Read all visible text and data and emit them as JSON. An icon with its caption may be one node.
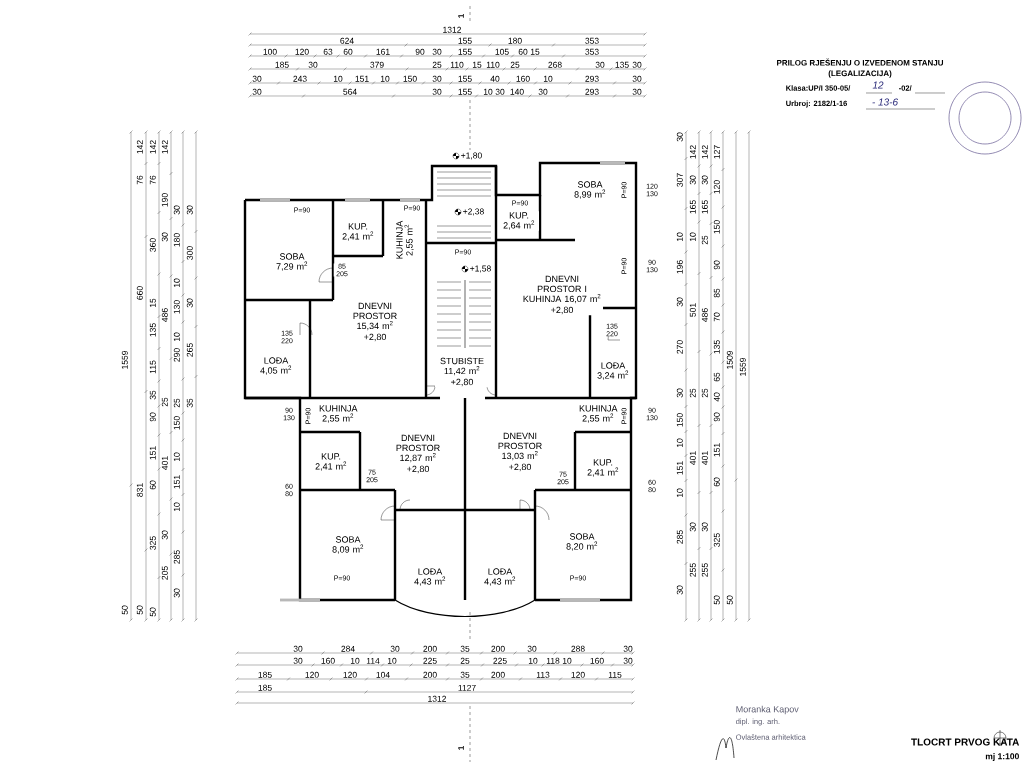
{
  "diagram": {
    "title": "TLOCRT PRVOG KATA",
    "nodes": [
      {
        "text": [
          "SOBA 7,29 m$^{2}$"
        ]
      },
      {
        "text": [
          "KUP. 2,41 m$^{2}$"
        ]
      },
      {
        "text": [
          "KUHINJA 2,55 m$^{2}$"
        ]
      },
      {
        "text": [
          "DNEVNI PROSTOR 15,34 m$^{2}$",
          "+2,80"
        ]
      },
      {
        "text": [
          "LOĐA 4,05 m$^{2}$"
        ]
      },
      {
        "text": [
          "KUP. 2,64 m$^{2}$"
        ]
      },
      {
        "text": [
          "SOBA 8,99 m$^{2}$"
        ]
      },
      {
        "text": [
          "DNEVNI PROSTOR I KUHINJA 16,07 m$^{2}$",
          "+2,80"
        ]
      },
      {
        "text": [
          "LOĐA 3,24 m$^{2}$"
        ]
      },
      {
        "text": [
          "STUBISTE 11,42 m$^{2}$",
          "+2,80"
        ]
      },
      {
        "text": [
          "KUHINJA 2,55 m$^{2}$"
        ]
      },
      {
        "text": [
          "DNEVNI PROSTOR 12,87 m$^{2}$",
          "+2,80"
        ]
      },
      {
        "text": [
          "KUP. 2,41 m$^{2}$"
        ]
      },
      {
        "text": [
          "SOBA 8,09 m$^{2}$"
        ]
      },
      {
        "text": [
          "LOĐA 4,43 m$^{2}$"
        ]
      },
      {
        "text": [
          "LOĐA 4,43 m$^{2}$"
        ]
      },
      {
        "text": [
          "DNEVNI PROSTOR 13,03 m$^{2}$",
          "+2,80"
        ]
      },
      {
        "text": [
          "KUHINJA 2,55 m$^{2}$"
        ]
      },
      {
        "text": [
          "KUP. 2,41 m$^{2}$"
        ]
      },
      {
        "text": [
          "SOBA 8,20 m$^{2}$"
        ]
      }
    ],
    "labels": [
      "PRILOG RJEŠENJU O IZVEDENOM STANJU",
      "(LEGALIZACIJA)",
      "Klasa:UP/I 350-05/",
      "12",
      "-02/",
      "Urbroj: 2182/1-16",
      "- 13-6",
      "1",
      "1312",
      "624",
      "155",
      "180",
      "353",
      "100",
      "120",
      "63",
      "60",
      "161",
      "90",
      "30",
      "155",
      "105",
      "60",
      "15",
      "353",
      "185",
      "30",
      "379",
      "25",
      "110",
      "15",
      "110",
      "25",
      "268",
      "30",
      "135",
      "30",
      "30",
      "243",
      "10",
      "151",
      "10",
      "150",
      "30",
      "155",
      "40",
      "160",
      "10",
      "293",
      "30",
      "30",
      "564",
      "30",
      "155",
      "10",
      "30",
      "140",
      "30",
      "293",
      "30",
      "1559",
      "50",
      "142",
      "76",
      "660",
      "831",
      "50",
      "142",
      "76",
      "360",
      "15",
      "135",
      "115",
      "35",
      "90",
      "151",
      "60",
      "325",
      "50",
      "142",
      "190",
      "30",
      "486",
      "25",
      "401",
      "30",
      "205",
      "30",
      "180",
      "10",
      "130",
      "10",
      "290",
      "25",
      "150",
      "10",
      "151",
      "10",
      "285",
      "30",
      "30",
      "300",
      "30",
      "265",
      "35",
      "30",
      "307",
      "10",
      "196",
      "30",
      "270",
      "30",
      "150",
      "10",
      "151",
      "10",
      "285",
      "30",
      "142",
      "30",
      "165",
      "10",
      "501",
      "25",
      "401",
      "30",
      "255",
      "142",
      "30",
      "165",
      "25",
      "486",
      "25",
      "401",
      "30",
      "255",
      "127",
      "120",
      "150",
      "90",
      "85",
      "70",
      "135",
      "65",
      "40",
      "90",
      "151",
      "60",
      "325",
      "50",
      "1509",
      "50",
      "1559",
      "120 130",
      "90 130",
      "90 130",
      "60 80",
      "90 130",
      "60 80",
      "135 220",
      "135 220",
      "85 205",
      "75 205",
      "75 205",
      "P=90",
      "P=90",
      "P=90",
      "P=90",
      "P=90",
      "P=90",
      "P=90",
      "P=90",
      "P=90",
      "P=90",
      "+1,80",
      "+2,38",
      "+1,58",
      "30",
      "284",
      "30",
      "200",
      "35",
      "200",
      "30",
      "288",
      "30",
      "30",
      "160",
      "10",
      "114",
      "10",
      "225",
      "25",
      "225",
      "10",
      "118",
      "10",
      "160",
      "30",
      "185",
      "120",
      "120",
      "104",
      "200",
      "35",
      "200",
      "113",
      "120",
      "115",
      "185",
      "1127",
      "1312",
      "1",
      "Moranka Kapov",
      "dipl. ing. arh.",
      "Ovlaštena arhitektica",
      "mj 1:100"
    ]
  }
}
